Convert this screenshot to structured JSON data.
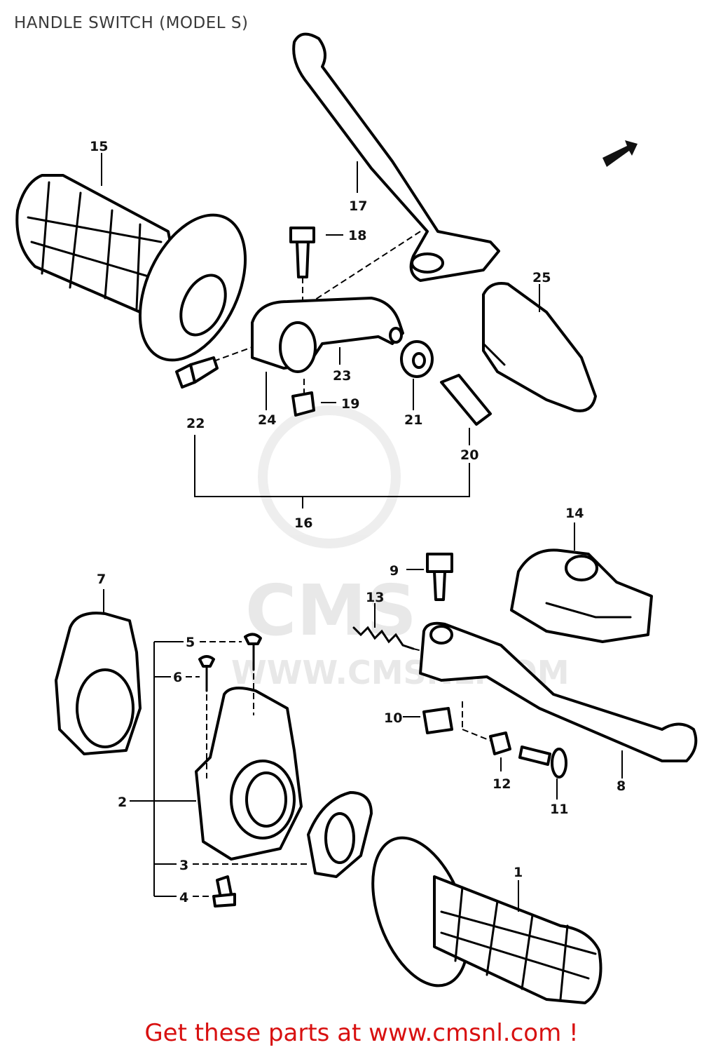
{
  "title": "HANDLE SWITCH (MODEL S)",
  "watermark": "WWW.CMSNL.COM",
  "watermark_logo": "CMS",
  "footer_link": "Get these parts at www.cmsnl.com !",
  "callouts": {
    "c1": "1",
    "c2": "2",
    "c3": "3",
    "c4": "4",
    "c5": "5",
    "c6": "6",
    "c7": "7",
    "c8": "8",
    "c9": "9",
    "c10": "10",
    "c11": "11",
    "c12": "12",
    "c13": "13",
    "c14": "14",
    "c15": "15",
    "c16": "16",
    "c17": "17",
    "c18": "18",
    "c19": "19",
    "c20": "20",
    "c21": "21",
    "c22": "22",
    "c23": "23",
    "c24": "24",
    "c25": "25"
  },
  "icons": {
    "front_arrow": "front-direction-arrow-icon"
  }
}
